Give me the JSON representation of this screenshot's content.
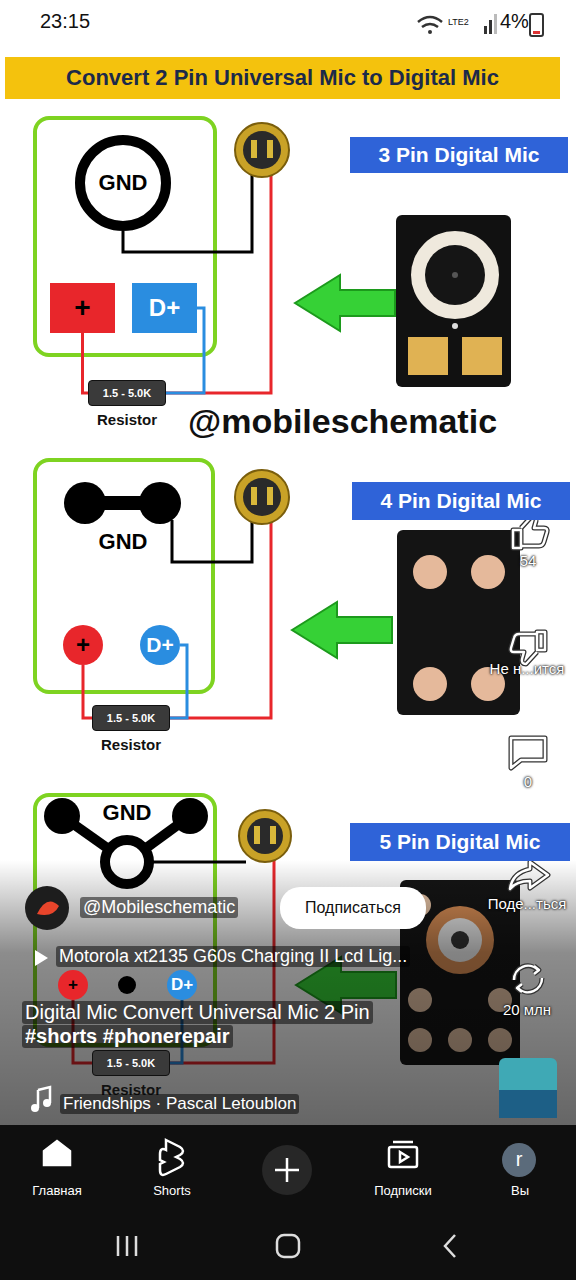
{
  "diagram": {
    "title": "Convert 2 Pin Universal Mic to Digital Mic",
    "nodes": [
      {
        "text": [
          "GND"
        ]
      },
      {
        "text": [
          "+"
        ]
      },
      {
        "text": [
          "D+"
        ]
      },
      {
        "text": [
          "1.5 - 5.0K",
          "Resistor"
        ]
      },
      {
        "text": [
          "3 Pin Digital Mic"
        ]
      },
      {
        "text": [
          "GND"
        ]
      },
      {
        "text": [
          "+"
        ]
      },
      {
        "text": [
          "D+"
        ]
      },
      {
        "text": [
          "1.5 - 5.0K",
          "Resistor"
        ]
      },
      {
        "text": [
          "4 Pin Digital Mic"
        ]
      },
      {
        "text": [
          "GND"
        ]
      },
      {
        "text": [
          "+"
        ]
      },
      {
        "text": [
          "D+"
        ]
      },
      {
        "text": [
          "1.5 - 5.0K",
          "Resistor"
        ]
      },
      {
        "text": [
          "5 Pin Digital Mic"
        ]
      },
      {
        "text": [
          "Подписаться"
        ]
      }
    ],
    "edges": [
      {
        "from": 1,
        "to": 3,
        "arrow": "none"
      },
      {
        "from": 2,
        "to": 3,
        "arrow": "none"
      },
      {
        "from": 6,
        "to": 8,
        "arrow": "none"
      },
      {
        "from": 7,
        "to": 8,
        "arrow": "none"
      },
      {
        "from": 11,
        "to": 13,
        "arrow": "none"
      },
      {
        "from": 12,
        "to": 13,
        "arrow": "none"
      }
    ],
    "labels": [
      "23:15",
      "LTE2",
      "4%",
      "@mobileschematic",
      "54",
      "Не н...ится",
      "0",
      "Поде...ться",
      "20 млн",
      "@Mobileschematic",
      "Motorola xt2135 G60s Charging II Lcd Lig...",
      "Digital Mic Convert Universal Mic 2 Pin",
      "#shorts #phonerepair",
      "Friendships · Pascal Letoublon",
      "Главная",
      "Shorts",
      "Подписки",
      "Вы",
      "r"
    ]
  }
}
